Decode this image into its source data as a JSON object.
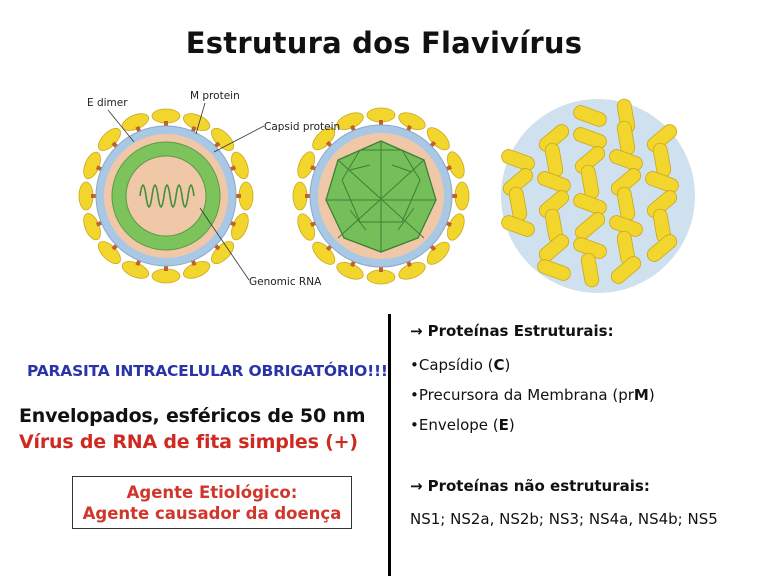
{
  "title": "Estrutura dos Flavivírus",
  "figure": {
    "labels": {
      "e_dimer": "E dimer",
      "m_protein": "M protein",
      "capsid_protein": "Capsid protein",
      "genomic_rna": "Genomic RNA"
    },
    "colors": {
      "envelope_yellow": "#f2d62e",
      "membrane_blue": "#a9c8e6",
      "capsid_green": "#7cc35c",
      "core_peach": "#f0c8a8",
      "rna_green": "#3f8f3a"
    }
  },
  "left": {
    "parasita": "PARASITA INTRACELULAR OBRIGATÓRIO!!!",
    "envelopados": "Envelopados, esféricos de 50 nm",
    "virus_rna": "Vírus de RNA de fita simples (+)",
    "agente_line1": "Agente Etiológico:",
    "agente_line2": "Agente causador da doença"
  },
  "right": {
    "arrow": "→",
    "estruturais_title": "Proteínas Estruturais:",
    "capsidio_pre": "•Capsídio (",
    "capsidio_code": "C",
    "capsidio_post": ")",
    "precursora_pre": "•Precursora da Membrana (pr",
    "precursora_code": "M",
    "precursora_post": ")",
    "envelope_pre": "•Envelope (",
    "envelope_code": "E",
    "envelope_post": ")",
    "nao_estruturais_title": "Proteínas não estruturais:",
    "ns_list": "NS1; NS2a, NS2b; NS3; NS4a, NS4b; NS5"
  }
}
